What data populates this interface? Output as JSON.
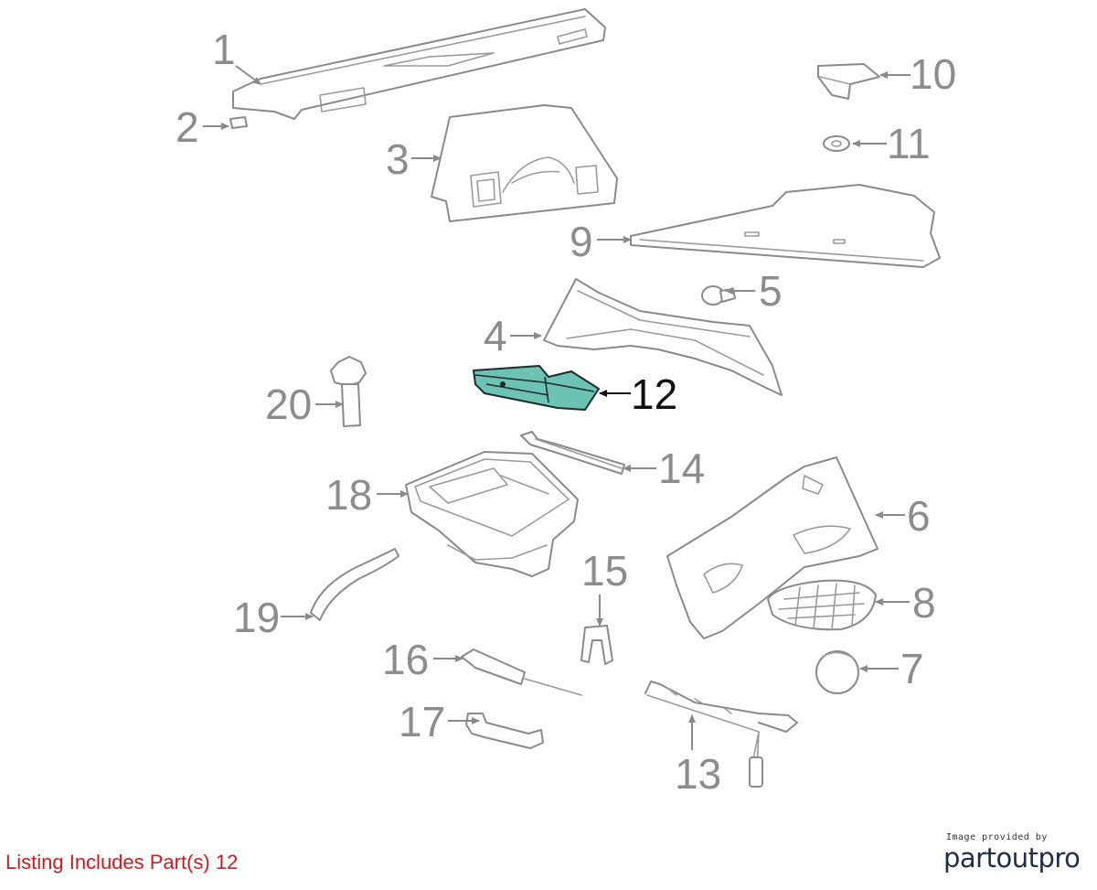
{
  "diagram": {
    "callouts": [
      "1",
      "2",
      "3",
      "4",
      "5",
      "6",
      "7",
      "8",
      "9",
      "10",
      "11",
      "12",
      "13",
      "14",
      "15",
      "16",
      "17",
      "18",
      "19",
      "20"
    ],
    "highlighted_callout": "12",
    "highlight_color": "#6cc3b4",
    "line_color": "#8a8a8a"
  },
  "caption": {
    "text": "Listing Includes Part(s) 12",
    "color": "#d0191c"
  },
  "credit": {
    "small": "Image provided by",
    "brand": "partoutpro"
  }
}
